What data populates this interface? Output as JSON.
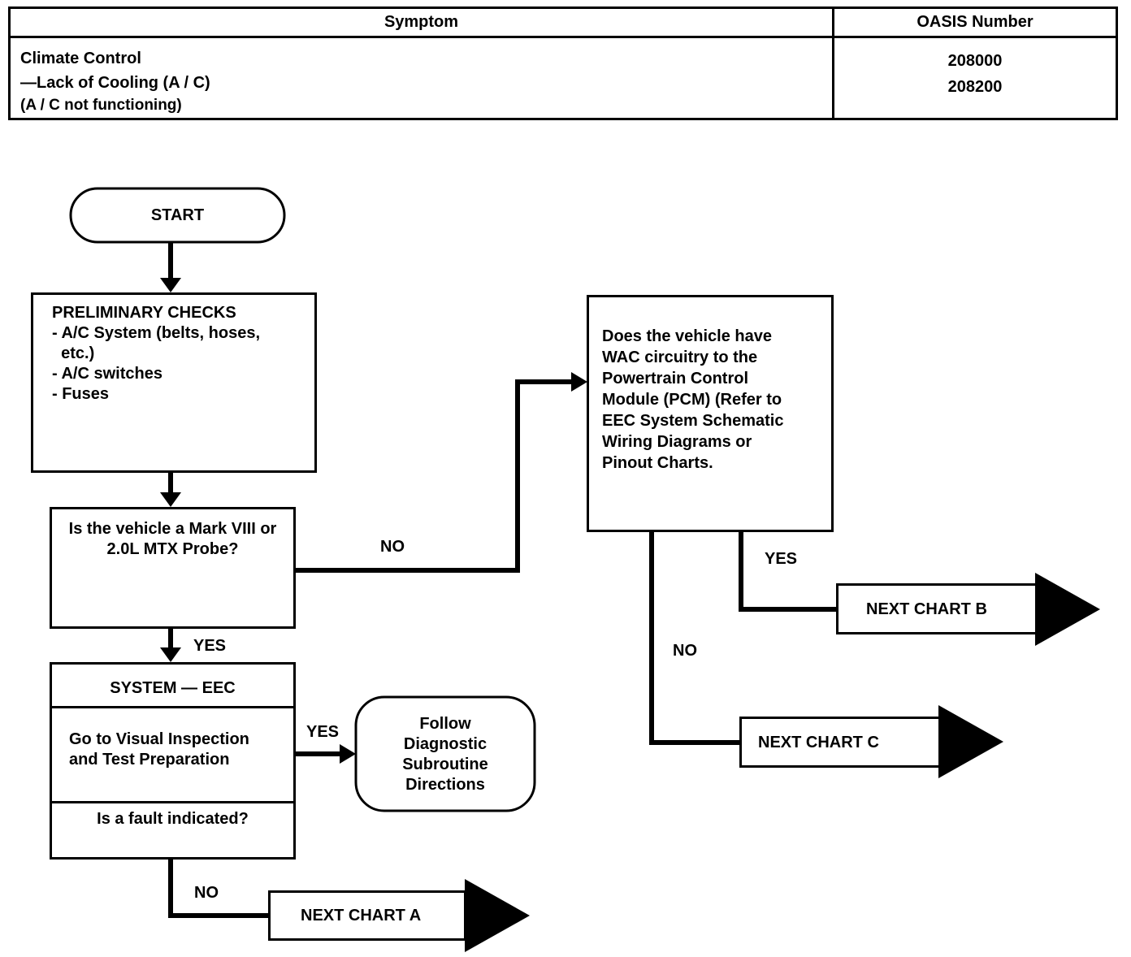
{
  "table": {
    "headers": [
      "Symptom",
      "OASIS Number"
    ],
    "symptom_lines": [
      "Climate Control",
      "—Lack of Cooling (A / C)",
      "(A / C not functioning)"
    ],
    "oasis_numbers": [
      "208000",
      "208200"
    ]
  },
  "flow": {
    "start": "START",
    "preliminary": {
      "lines": [
        "PRELIMINARY CHECKS",
        "- A/C System (belts, hoses,",
        "  etc.)",
        "- A/C switches",
        "- Fuses"
      ]
    },
    "decision_vehicle": [
      "Is the vehicle a Mark VIII or",
      "2.0L MTX Probe?"
    ],
    "label_no_1": "NO",
    "label_yes_1": "YES",
    "system_eec": {
      "title": "SYSTEM — EEC",
      "instruction": [
        "Go to Visual Inspection",
        "and Test Preparation"
      ],
      "question": "Is a fault indicated?"
    },
    "label_yes_2": "YES",
    "follow": [
      "Follow",
      "Diagnostic",
      "Subroutine",
      "Directions"
    ],
    "label_no_2": "NO",
    "next_chart_a": "NEXT CHART A",
    "wac_question": [
      "Does the vehicle have",
      "WAC circuitry to the",
      "Powertrain Control",
      "Module (PCM) (Refer to",
      "EEC System Schematic",
      "Wiring Diagrams or",
      "Pinout Charts."
    ],
    "label_yes_3": "YES",
    "next_chart_b": "NEXT CHART B",
    "label_no_3": "NO",
    "next_chart_c": "NEXT CHART C"
  }
}
